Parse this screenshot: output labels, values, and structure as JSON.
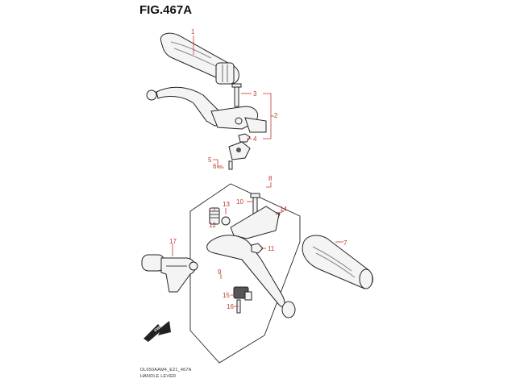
{
  "title": "FIG.467A",
  "footer": {
    "code": "DL650AAM4_E21_467A",
    "caption": "HANDLE LEVER"
  },
  "callouts": [
    "1",
    "2",
    "3",
    "4",
    "5",
    "6",
    "7",
    "8",
    "9",
    "10",
    "11",
    "12",
    "13",
    "14",
    "15",
    "16",
    "17"
  ],
  "fwd_mark": "FWD",
  "colors": {
    "label": "#c0392b",
    "line": "#222222"
  }
}
